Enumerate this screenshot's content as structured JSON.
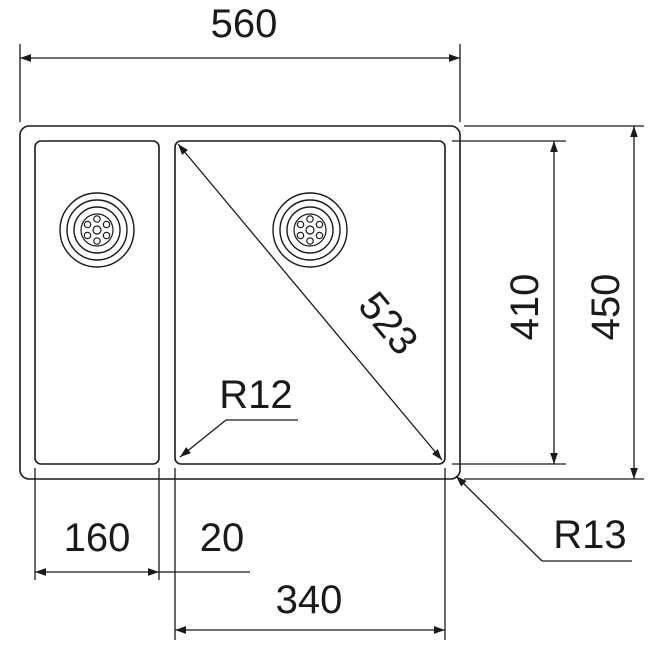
{
  "dimensions": {
    "overall_width": "560",
    "overall_height": "450",
    "inner_height": "410",
    "diagonal": "523",
    "inner_radius": "R12",
    "outer_radius": "R13",
    "small_bowl_width": "160",
    "divider_width": "20",
    "large_bowl_width": "340"
  },
  "colors": {
    "line": "#1a1a1a",
    "background": "#ffffff"
  }
}
